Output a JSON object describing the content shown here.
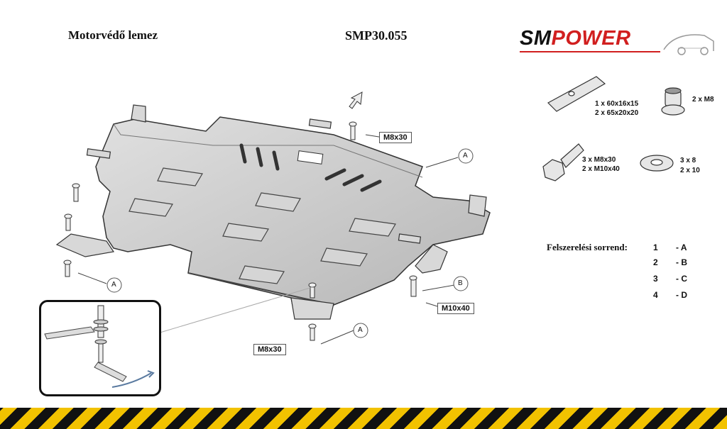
{
  "header": {
    "part_name": "Motorvédő lemez",
    "part_code": "SMP30.055",
    "brand_sm": "SM",
    "brand_power": "POWER"
  },
  "parts": {
    "plate_line1": "1 x  60x16x15",
    "plate_line2": "2 x  65x20x20",
    "nut": "2 x M8",
    "bolt_line1": "3 x  M8x30",
    "bolt_line2": "2 x M10x40",
    "washer_line1": "3 x    8",
    "washer_line2": "2 x   10"
  },
  "bolt_labels": {
    "top": "M8x30",
    "bottom": "M8x30",
    "right": "M10x40"
  },
  "callouts": {
    "a1": "A",
    "a2": "A",
    "a3": "A",
    "b": "B"
  },
  "order": {
    "title": "Felszerelési sorrend:",
    "rows": [
      {
        "num": "1",
        "letter": "- A"
      },
      {
        "num": "2",
        "letter": "- B"
      },
      {
        "num": "3",
        "letter": "- C"
      },
      {
        "num": "4",
        "letter": "- D"
      }
    ]
  },
  "colors": {
    "accent_red": "#d11f1f",
    "hazard_yellow": "#f2c200",
    "plate_fill": "#c9c9c9"
  }
}
